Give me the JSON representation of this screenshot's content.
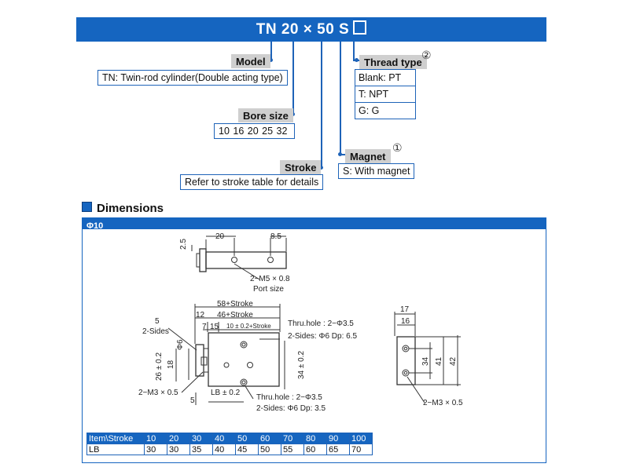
{
  "header": {
    "title": "TN 20 × 50 S"
  },
  "ordering": {
    "model": {
      "label": "Model",
      "desc": "TN: Twin-rod cylinder(Double acting type)"
    },
    "bore": {
      "label": "Bore size",
      "values": "10  16  20  25  32"
    },
    "stroke": {
      "label": "Stroke",
      "desc": "Refer to stroke table for details"
    },
    "magnet": {
      "label": "Magnet",
      "note": "①",
      "desc": "S: With magnet"
    },
    "thread": {
      "label": "Thread type",
      "note": "②",
      "options": [
        "Blank: PT",
        "T: NPT",
        "G: G"
      ]
    }
  },
  "dimensions": {
    "section_title": "Dimensions",
    "variant": "Φ10",
    "drawing": {
      "top_view": {
        "d1": "20",
        "d2": "8.5",
        "d3": "2.5",
        "port_note": "2−M5 × 0.8",
        "port_label": "Port size"
      },
      "front_view": {
        "l58": "58+Stroke",
        "l46": "46+Stroke",
        "l12": "12",
        "l7": "7",
        "l15": "15",
        "l10": "10 ± 0.2+Stroke",
        "l5": "5",
        "sides": "2-Sides",
        "phi6": "Φ6",
        "v26": "26 ± 0.2",
        "v18": "18",
        "v34": "34 ± 0.2",
        "m3": "2−M3 × 0.5",
        "lb": "LB ± 0.2",
        "b5": "5",
        "thru_top": "Thru.hole : 2−Φ3.5",
        "sides_top": "2-Sides: Φ6 Dp: 6.5",
        "thru_bot": "Thru.hole : 2−Φ3.5",
        "sides_bot": "2-Sides: Φ6 Dp: 3.5"
      },
      "side_view": {
        "w17": "17",
        "w16": "16",
        "h34": "34",
        "h41": "41",
        "h42": "42",
        "m3": "2−M3 × 0.5"
      }
    },
    "table": {
      "header": [
        "Item\\Stroke",
        "10",
        "20",
        "30",
        "40",
        "50",
        "60",
        "70",
        "80",
        "90",
        "100"
      ],
      "rows": [
        [
          "LB",
          "30",
          "30",
          "35",
          "40",
          "45",
          "50",
          "55",
          "60",
          "65",
          "70"
        ]
      ]
    }
  },
  "colors": {
    "accent": "#1565c0",
    "line": "#1e63b8",
    "label_bg": "#cfcfcf"
  }
}
